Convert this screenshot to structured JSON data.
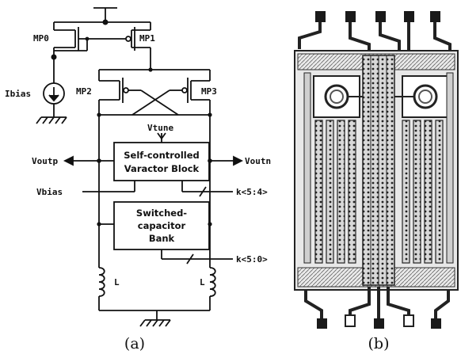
{
  "panel_a": {
    "caption": "(a)",
    "transistors": {
      "mp0": "MP0",
      "mp1": "MP1",
      "mp2": "MP2",
      "mp3": "MP3"
    },
    "labels": {
      "ibias": "Ibias",
      "vtune": "Vtune",
      "voutp": "Voutp",
      "voutn": "Voutn",
      "vbias": "Vbias",
      "k54": "k<5:4>",
      "k50": "k<5:0>",
      "inductor_left": "L",
      "inductor_right": "L"
    },
    "varactor_block": {
      "line1": "Self-controlled",
      "line2": "Varactor Block"
    },
    "cap_bank": {
      "line1": "Switched-",
      "line2": "capacitor",
      "line3": "Bank"
    }
  },
  "panel_b": {
    "caption": "(b)"
  },
  "colors": {
    "ink": "#111111",
    "layout_fill": "#e4e4e4",
    "pad": "#1a1a1a"
  }
}
